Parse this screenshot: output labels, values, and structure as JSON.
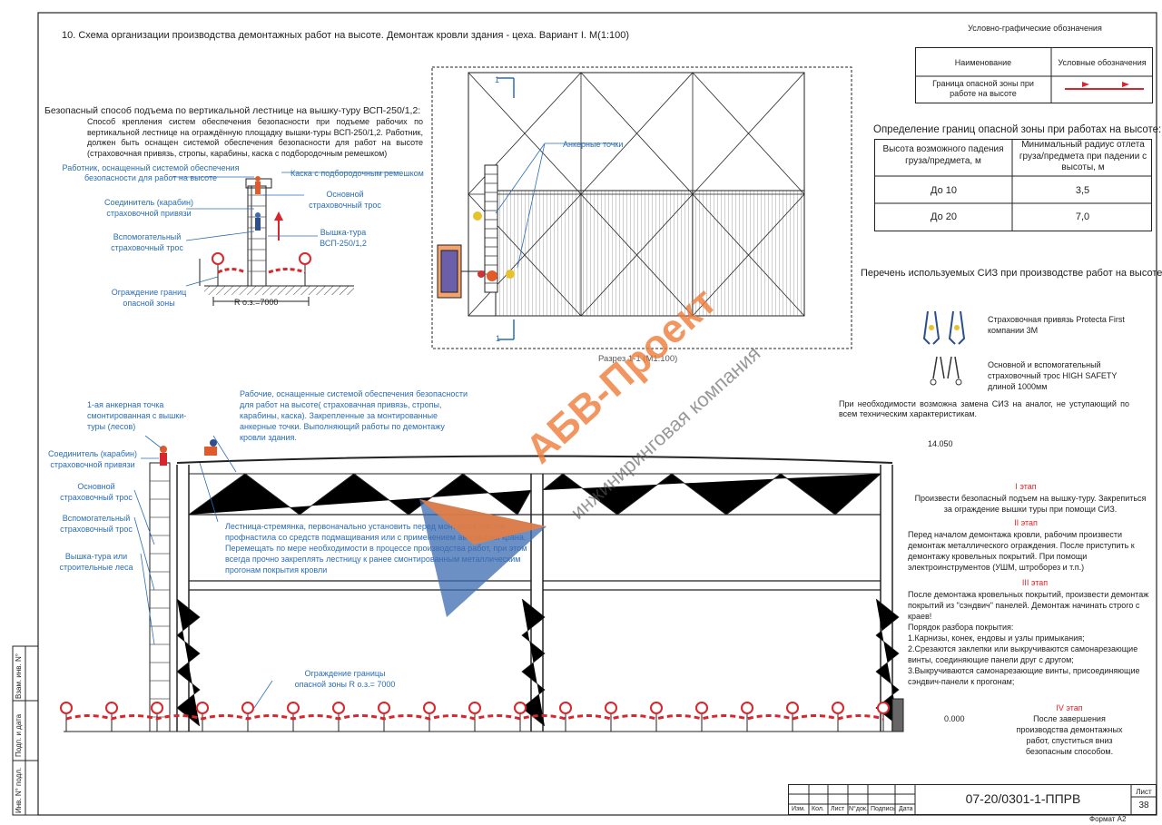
{
  "header": {
    "title": "10.  Схема организации производства демонтажных работ на высоте. Демонтаж кровли здания - цеха. Вариант I.  М(1:100)"
  },
  "legend": {
    "title": "Условно-графические обозначения",
    "col_name": "Наименование",
    "col_symbol": "Условные обозначения",
    "row_name": "Граница опасной зоны при работе на высоте"
  },
  "danger_table": {
    "title": "Определение границ опасной зоны при работах на высоте:",
    "col1": "Высота возможного падения груза/предмета, м",
    "col2": "Минимальный радиус отлета груза/предмета при падении с высоты, м",
    "rows": [
      {
        "h": "До 10",
        "r": "3,5"
      },
      {
        "h": "До 20",
        "r": "7,0"
      }
    ]
  },
  "ppe": {
    "title": "Перечень используемых СИЗ при производстве работ на высоте:",
    "item1": "Страховочная привязь Protecta First компании 3M",
    "item2": "Основной и вспомогательный страховочный трос HIGH SAFETY длиной 1000мм",
    "note": "При необходимости возможна замена СИЗ на аналог, не уступающий по всем техническим характеристикам."
  },
  "tower": {
    "title": "Безопасный способ подъема по вертикальной лестнице на вышку-туру ВСП-250/1,2:",
    "text": "Способ крепления систем обеспечения безопасности при подъеме рабочих по вертикальной лестнице на ограждённую площадку вышки-туры ВСП-250/1,2. Работник, должен быть оснащен системой обеспечения безопасности для работ на высоте (страховочная привязь, стропы, карабины, каска с подбородочным ремешком)",
    "label_worker": "Работник, оснащенный системой обеспечения безопасности для работ на высоте",
    "label_helmet": "Каска с подбородочным ремешком",
    "label_main_rope": "Основной страховочный трос",
    "label_connector": "Соединитель (карабин) страховочной привязи",
    "label_aux_rope": "Вспомогательный страховочный трос",
    "label_tower": "Вышка-тура ВСП-250/1,2",
    "label_fence": "Ограждение границ опасной зоны",
    "radius": "R о.з.=7000"
  },
  "plan": {
    "anchor_label": "Анкерные точки",
    "section_mark": "1",
    "caption": "Разрез 1-1 (М1:100)"
  },
  "section": {
    "anchor1": "1-ая анкерная точка смонтированная с вышки-туры (лесов)",
    "workers": "Рабочие, оснащенные системой обеспечения безопасности для работ на высоте( страховачная привязь, стропы, карабины, каска). Закрепленные за монтированные анкерные точки. Выполняющий работы по демонтажу кровли здания.",
    "connector": "Соединитель (карабин) страховочной привязи",
    "main_rope": "Основной страховочный трос",
    "aux_rope": "Вспомогательный страховочный трос",
    "tower": "Вышка-тура или строительные леса",
    "ladder": "Лестница-стремянка, первоначально установить перед монтажом листов профнастила со средств подмащивания или с применением автовышки крана. Перемещать по мере необходимости в процессе производства работ, при этом всегда прочно закреплять лестницу к ранее смонтированным металлическим прогонам покрытия кровли",
    "fence": "Ограждение границы опасной зоны R о.з.= 7000",
    "level_top": "14.050",
    "level_bottom": "0.000"
  },
  "stages": [
    {
      "title": "I этап",
      "text": "Произвести безопасный подъем на вышку-туру. Закрепиться за ограждение вышки туры при помощи СИЗ."
    },
    {
      "title": "II этап",
      "text": "Перед началом демонтажа кровли, рабочим произвести демонтаж металлического ограждения. После приступить к демонтажу кровельных покрытий. При помощи электроинструментов (УШМ, штроборез и т.п.)"
    },
    {
      "title": "III этап",
      "text": "После демонтажа кровельных покрытий, произвести демонтаж покрытий из \"сэндвич\" панелей. Демонтаж начинать строго с краев!\nПорядок разбора покрытия:\n1.Карнизы, конек, ендовы и узлы примыкания;\n2.Срезаются заклепки или выкручиваются самонарезающие винты, соединяющие панели друг с другом;\n3.Выкручиваются самонарезающие винты, присоединяющие сэндвич-панели к прогонам;"
    },
    {
      "title": "IV этап",
      "text": "После завершения производства демонтажных работ, спуститься вниз безопасным способом."
    }
  ],
  "watermark": {
    "brand": "АБВ-Проект",
    "tagline": "инжиниринговая компания"
  },
  "side_stamp": [
    "Взам. инв. N°",
    "Подп. и дата",
    "Инв. N° подл."
  ],
  "title_block": {
    "code": "07-20/0301-1-ППРВ",
    "sheet_label": "Лист",
    "sheet_no": "38",
    "format": "Формат А2",
    "cols": [
      "Изм.",
      "Кол.",
      "Лист",
      "N°док.",
      "Подпись",
      "Дата"
    ]
  },
  "colors": {
    "line": "#222222",
    "annot": "#2a6db5",
    "red": "#d9262c",
    "orange": "#f07d3a",
    "blue": "#3c6bb0"
  }
}
